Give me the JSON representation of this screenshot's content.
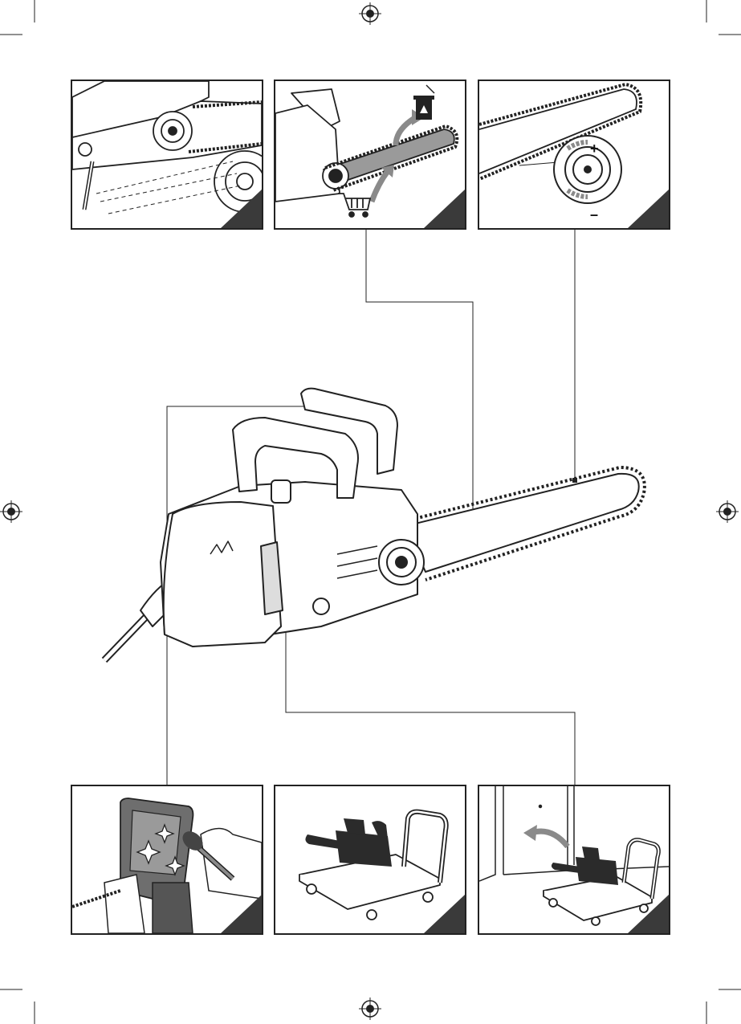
{
  "document": {
    "type": "instruction-manual-figure-page",
    "colors": {
      "line": "#222222",
      "corner_tab": "#3a3a3a",
      "arrow_gray": "#8a8a8a",
      "tool_dark": "#2b2b2b"
    },
    "panels": [
      {
        "id": "chain-brake-check",
        "icon": "chain-brake-lever-icon"
      },
      {
        "id": "bar-chain-replace",
        "icon": "bar-replace-recycle-icon"
      },
      {
        "id": "chain-tension-adjust",
        "icon": "tension-knob-icon",
        "plus_label": "+",
        "minus_label": "–"
      },
      {
        "id": "cleaning",
        "icon": "cleaning-brush-icon"
      },
      {
        "id": "transport",
        "icon": "cart-transport-icon"
      },
      {
        "id": "storage",
        "icon": "storage-cabinet-icon"
      }
    ]
  }
}
